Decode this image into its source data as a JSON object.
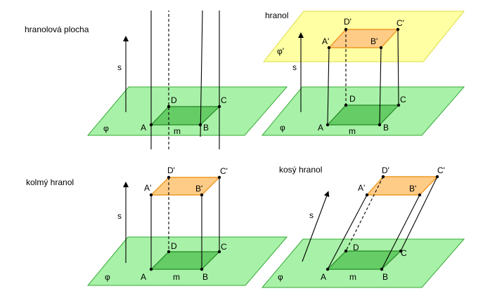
{
  "panels": {
    "p1": {
      "caption": "hranolová plocha",
      "direction": "s",
      "plane": "φ",
      "labels": {
        "A": "A",
        "B": "B",
        "C": "C",
        "D": "D",
        "m": "m"
      }
    },
    "p2": {
      "caption": "hranol",
      "direction": "s",
      "plane": "φ",
      "plane_top": "φ'",
      "labels": {
        "A": "A",
        "B": "B",
        "C": "C",
        "D": "D",
        "m": "m",
        "A1": "A'",
        "B1": "B'",
        "C1": "C'",
        "D1": "D'"
      }
    },
    "p3": {
      "caption": "kolmý hranol",
      "direction": "s",
      "plane": "φ",
      "labels": {
        "A": "A",
        "B": "B",
        "C": "C",
        "D": "D",
        "m": "m",
        "A1": "A'",
        "B1": "B'",
        "C1": "C'",
        "D1": "D'"
      }
    },
    "p4": {
      "caption": "kosý hranol",
      "direction": "s",
      "plane": "φ",
      "labels": {
        "A": "A",
        "B": "B",
        "C": "C",
        "D": "D",
        "m": "m",
        "A1": "A'",
        "B1": "B'",
        "C1": "C'",
        "D1": "D'"
      }
    }
  },
  "colors": {
    "plane_green": "#99ee99",
    "base_green": "#66cc66",
    "plane_yellow": "#ffff99",
    "top_orange": "#ffcc88"
  }
}
